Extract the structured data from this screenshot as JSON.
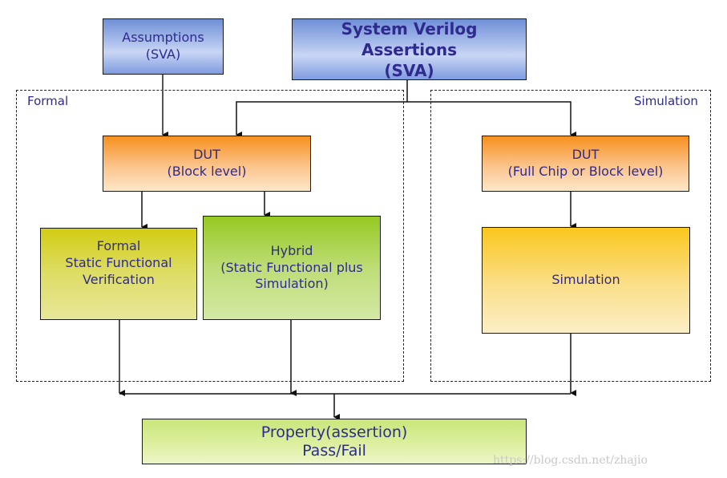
{
  "regions": {
    "formal_label": "Formal",
    "simulation_label": "Simulation"
  },
  "boxes": {
    "assumptions": {
      "line1": "Assumptions",
      "line2": "(SVA)"
    },
    "sva": {
      "line1": "System Verilog Assertions",
      "line2": "(SVA)"
    },
    "dut_block": {
      "line1": "DUT",
      "line2": "(Block level)"
    },
    "dut_full": {
      "line1": "DUT",
      "line2": "(Full Chip or Block level)"
    },
    "formal_sfv": {
      "line1": "Formal",
      "line2": "Static Functional",
      "line3": "Verification"
    },
    "hybrid": {
      "line1": "Hybrid",
      "line2": "(Static Functional plus",
      "line3": "Simulation)"
    },
    "simulation": {
      "line1": "Simulation"
    },
    "property": {
      "line1": "Property(assertion)",
      "line2": "Pass/Fail"
    }
  },
  "colors": {
    "text": "#2e2a8e",
    "blue_box": "#a9bdeb",
    "orange_box": "#f6901e",
    "lime_box": "#d2cd14",
    "green_box": "#96c923",
    "yellow_box": "#f9c71d",
    "lightgreen_box": "#c9e67a"
  },
  "watermark": "https://blog.csdn.net/zhajio"
}
